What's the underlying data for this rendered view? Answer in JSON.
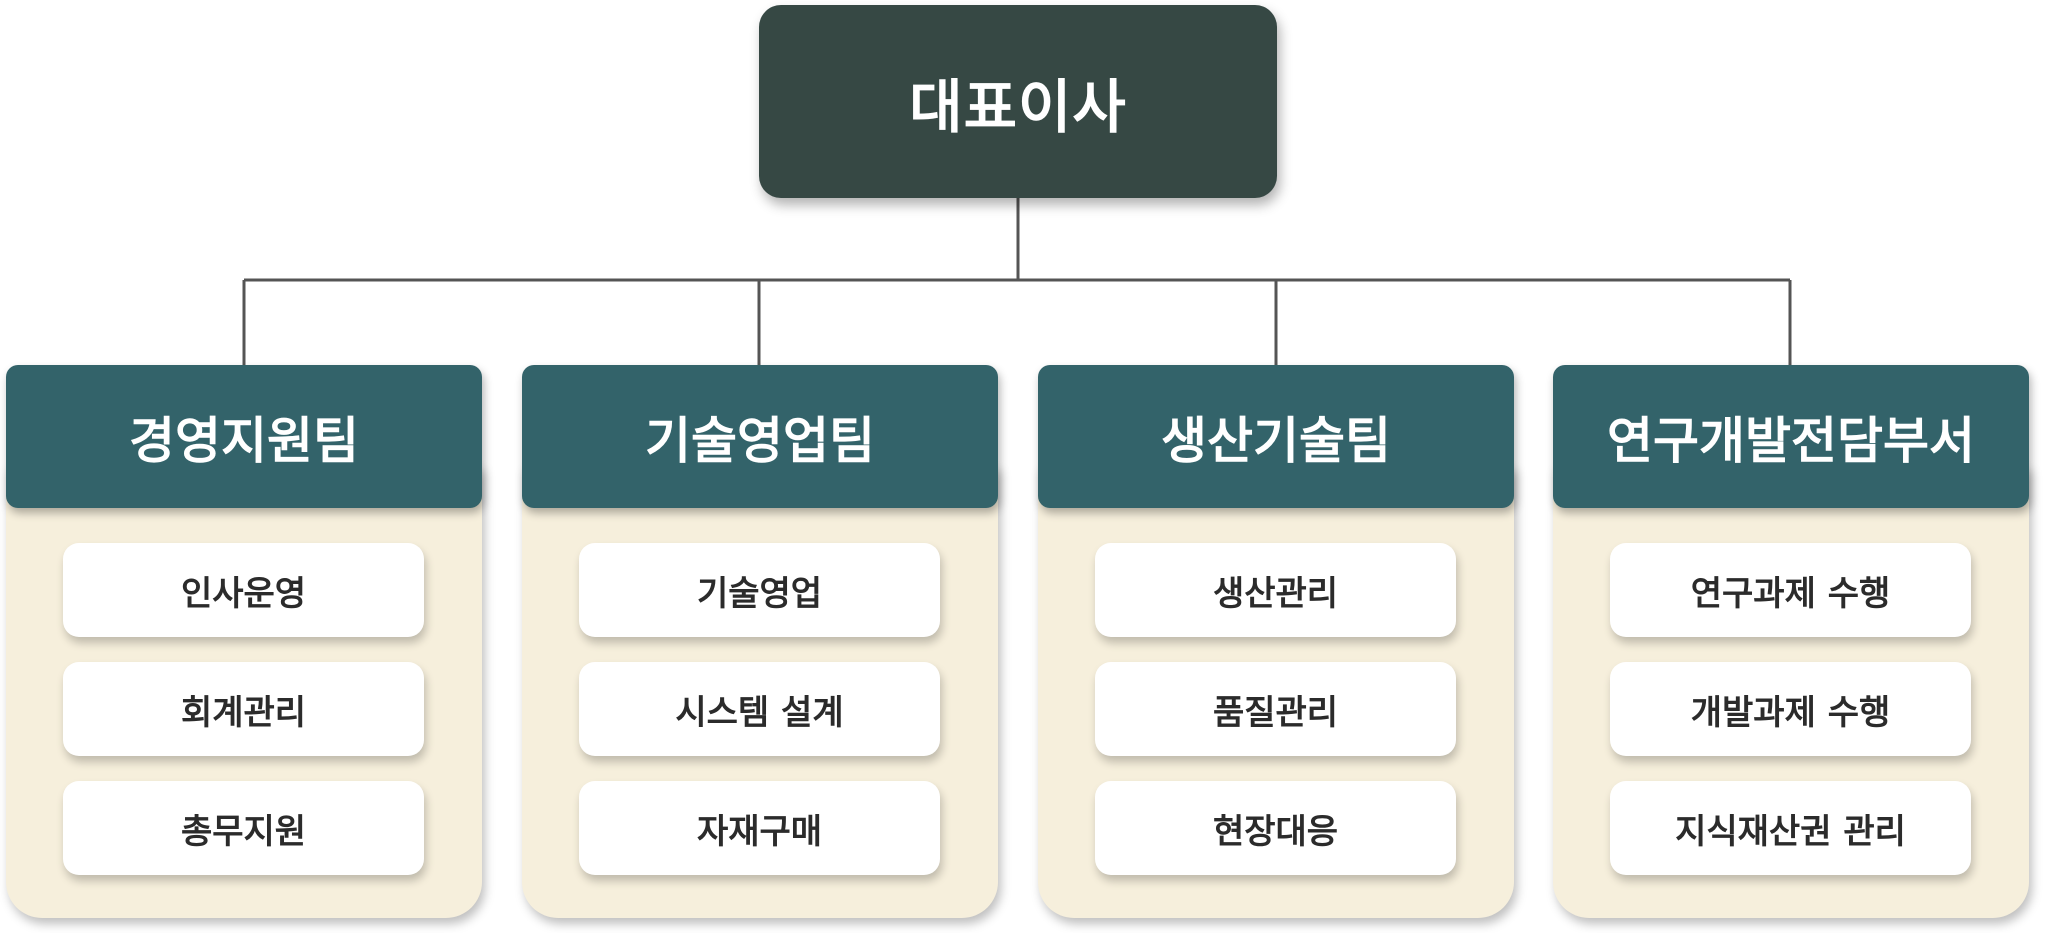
{
  "ceo": {
    "label": "대표이사"
  },
  "departments": [
    {
      "name": "경영지원팀",
      "items": [
        "인사운영",
        "회계관리",
        "총무지원"
      ]
    },
    {
      "name": "기술영업팀",
      "items": [
        "기술영업",
        "시스템 설계",
        "자재구매"
      ]
    },
    {
      "name": "생산기술팀",
      "items": [
        "생산관리",
        "품질관리",
        "현장대응"
      ]
    },
    {
      "name": "연구개발전담부서",
      "items": [
        "연구과제 수행",
        "개발과제 수행",
        "지식재산권 관리"
      ]
    }
  ],
  "colors": {
    "ceo_box": "#364844",
    "dept_header": "#33636a",
    "dept_body": "#f6efdc",
    "connector": "#555555"
  }
}
